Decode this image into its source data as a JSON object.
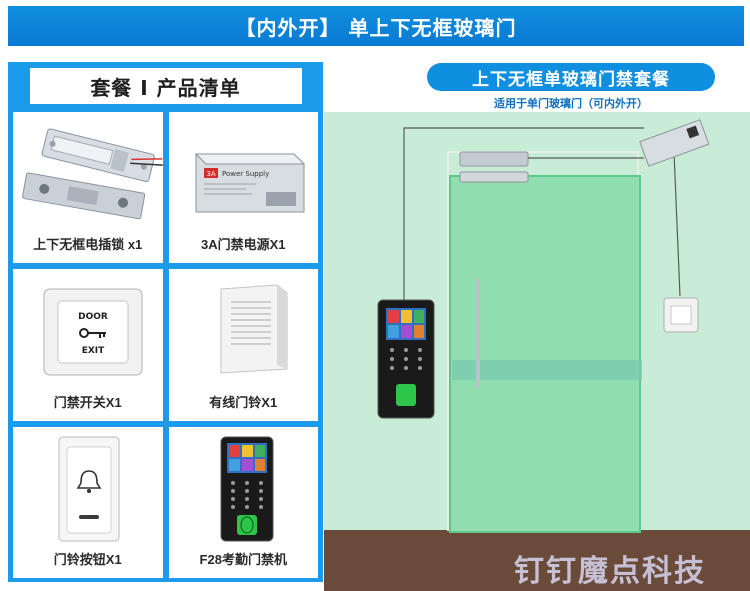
{
  "banner": {
    "title": "【内外开】 单上下无框玻璃门"
  },
  "left": {
    "header": "套餐 I 产品清单",
    "products": [
      {
        "label": "上下无框电插锁 x1",
        "icon": "electric-bolt-lock"
      },
      {
        "label": "3A门禁电源X1",
        "icon": "power-supply-box",
        "device_text": "Power Supply",
        "badge": "3A"
      },
      {
        "label": "门禁开关X1",
        "icon": "exit-button",
        "device_text_1": "DOOR",
        "device_text_2": "EXIT"
      },
      {
        "label": "有线门铃X1",
        "icon": "wired-doorbell-chime"
      },
      {
        "label": "门铃按钮X1",
        "icon": "doorbell-button"
      },
      {
        "label": "F28考勤门禁机",
        "icon": "fingerprint-terminal"
      }
    ]
  },
  "right": {
    "title": "上下无框单玻璃门禁套餐",
    "subtitle": "适用于单门玻璃门（可内外开）"
  },
  "watermark": "钉钉魔点科技",
  "colors": {
    "brand_blue": "#0f8fe0",
    "panel_blue": "#1b9bea",
    "scene_green": "#c9ecd6",
    "glass_green": "#6fd49a",
    "floor_brown": "#6a4b3a"
  }
}
